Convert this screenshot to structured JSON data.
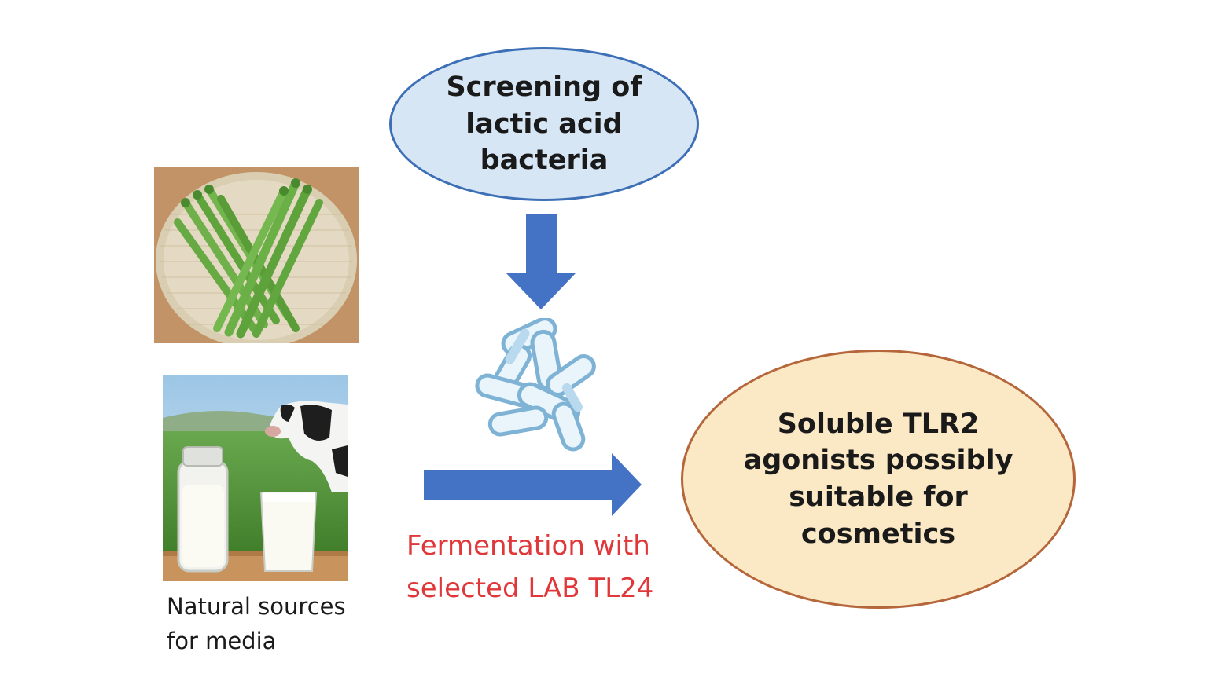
{
  "screening_node": {
    "label": "Screening of lactic acid bacteria"
  },
  "product_node": {
    "label": "Soluble TLR2 agonists possibly suitable for cosmetics"
  },
  "sources": {
    "caption": "Natural sources\nfor media"
  },
  "fermentation": {
    "caption": "Fermentation with\nselected LAB TL24"
  },
  "colors": {
    "arrow": "#4472c4",
    "screening_fill": "#d7e6f5",
    "screening_border": "#3d6fb6",
    "product_fill": "#fbe9c6",
    "product_border": "#b5663a",
    "fermentation_text": "#e0383a"
  },
  "icons": {
    "bacteria": "bacteria-cluster-icon",
    "asparagus": "asparagus-photo",
    "milk": "milk-and-cow-photo"
  }
}
